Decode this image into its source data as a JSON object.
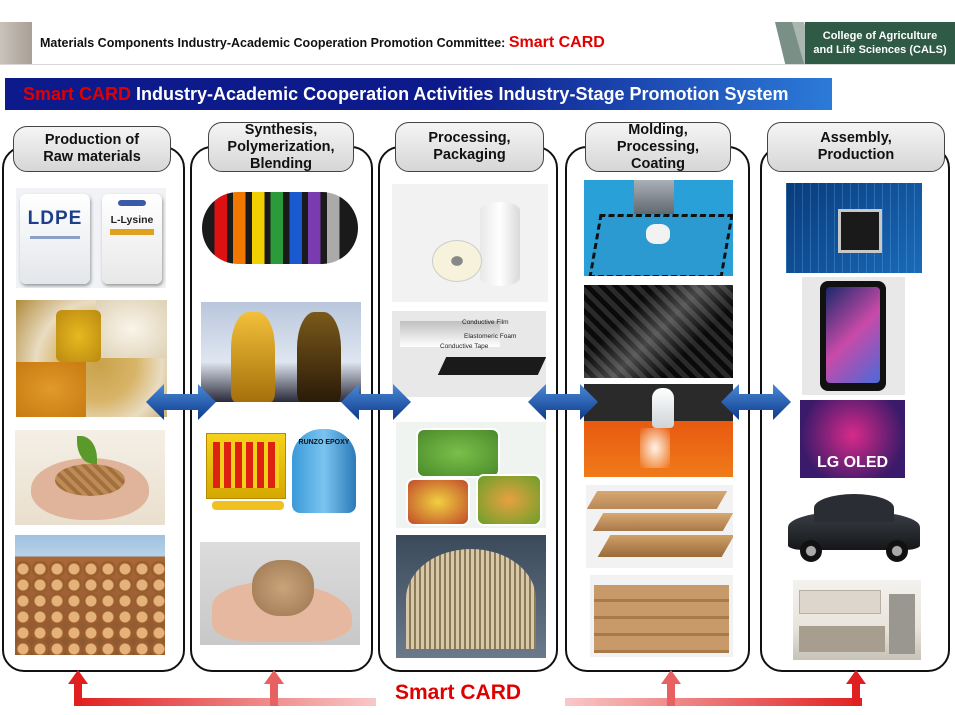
{
  "header": {
    "title": "Materials Components Industry-Academic Cooperation Promotion Committee:",
    "title_highlight": "Smart CARD",
    "college_line1": "College of Agriculture",
    "college_line2": "and Life Sciences (CALS)"
  },
  "banner": {
    "highlight": "Smart CARD",
    "text": " Industry-Academic Cooperation Activities Industry-Stage Promotion System"
  },
  "stages": [
    {
      "line1": "Production of",
      "line2": "Raw materials",
      "line3": ""
    },
    {
      "line1": "Synthesis,",
      "line2": "Polymerization,",
      "line3": "Blending"
    },
    {
      "line1": "Processing,",
      "line2": "Packaging",
      "line3": ""
    },
    {
      "line1": "Molding,",
      "line2": "Processing,",
      "line3": "Coating"
    },
    {
      "line1": "Assembly,",
      "line2": "Production",
      "line3": ""
    }
  ],
  "images": {
    "bag1": "LDPE",
    "bag2": "L-Lysine",
    "tape_label1": "Conductive Film",
    "tape_label2": "Elastomeric Foam",
    "tape_label3": "Conductive Tape",
    "epoxy_label": "RUNZO EPOXY",
    "tv_label": "LG OLED"
  },
  "footer": {
    "label": "Smart CARD"
  },
  "colors": {
    "header_red": "#e00000",
    "banner_navy": "#0d1a8c",
    "cals_green": "#2f5a46",
    "arrow_blue": "#1f5fb8",
    "arrow_red": "#e02020"
  }
}
